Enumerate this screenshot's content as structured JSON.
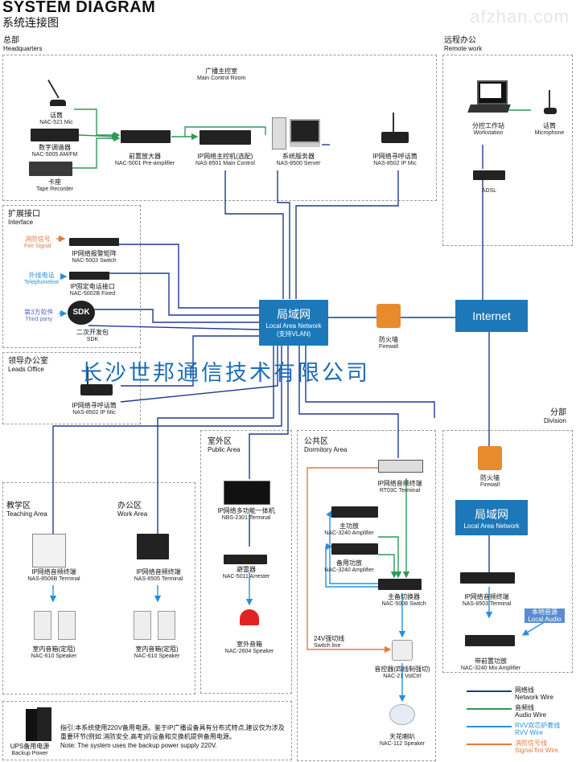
{
  "header": {
    "title": "SYSTEM DIAGRAM",
    "subtitle": "系统连接图",
    "watermark": "afzhan.com"
  },
  "company": "长沙世邦通信技术有限公司",
  "sections": {
    "hq": {
      "cn": "总部",
      "en": "Headquarters"
    },
    "remote": {
      "cn": "远程办公",
      "en": "Remote work"
    },
    "main_control": {
      "cn": "广播主控室",
      "en": "Main Control Room"
    },
    "interface": {
      "cn": "扩展接口",
      "en": "Interface"
    },
    "leads": {
      "cn": "领导办公室",
      "en": "Leads Office"
    },
    "division": {
      "cn": "分部",
      "en": "Division"
    },
    "outdoor": {
      "cn": "室外区",
      "en": "Public Area"
    },
    "dormitory": {
      "cn": "公共区",
      "en": "Dormitory Area"
    },
    "teaching": {
      "cn": "教学区",
      "en": "Teaching Area"
    },
    "work": {
      "cn": "办公区",
      "en": "Work Area"
    }
  },
  "devices": {
    "mic": {
      "cn": "话筒",
      "en": "NAC-521 Mic"
    },
    "tuner": {
      "cn": "数字调谐器",
      "en": "NAC-5005 AM/FM"
    },
    "tape": {
      "cn": "卡座",
      "en": "Tape Recorder"
    },
    "preamp": {
      "cn": "前置放大器",
      "en": "NAC-5001 Pre-amplifier"
    },
    "mainctrl": {
      "cn": "IP网络主控机(选配)",
      "en": "NAS-8501 Main Control"
    },
    "server": {
      "cn": "系统服务器",
      "en": "NAS-8500  Server"
    },
    "ipmic": {
      "cn": "IP网络寻呼话筒",
      "en": "NAS-8502 IP Mic"
    },
    "workstation": {
      "cn": "分控工作站",
      "en": "Workstation"
    },
    "rmic": {
      "cn": "话筒",
      "en": "Microphone"
    },
    "adsl": {
      "en": "ADSL"
    },
    "fire_signal": {
      "cn": "消防信号",
      "en": "Fire Signal"
    },
    "alarm": {
      "cn": "IP网络报警矩阵",
      "en": "NAC-5003 Switch"
    },
    "telephone": {
      "cn": "外线电话",
      "en": "Telephoneline"
    },
    "phone_if": {
      "cn": "IP固定电话接口",
      "en": "NAC-5002B Fixed"
    },
    "third": {
      "cn": "第3方软件",
      "en": "Third party"
    },
    "sdk": {
      "cn": "二次开发包",
      "en": "SDK",
      "icon": "SDK"
    },
    "leadmic": {
      "cn": "IP网络寻呼话筒",
      "en": "NAS-8502 IP Mic"
    },
    "lan": {
      "cn": "局域网",
      "en": "Local Area Network",
      "note": "(支持VLAN)"
    },
    "firewall": {
      "cn": "防火墙",
      "en": "Firewall"
    },
    "internet": {
      "en": "Internet"
    },
    "div_firewall": {
      "cn": "防火墙",
      "en": "Firewall"
    },
    "div_lan": {
      "cn": "局域网",
      "en": "Local Area Network"
    },
    "div_terminal": {
      "cn": "IP网络音频终端",
      "en": "NAS-8503 Terminal"
    },
    "local_audio": {
      "cn": "本地音源",
      "en": "Local Audio"
    },
    "div_amp": {
      "cn": "带前置功放",
      "en": "NAC-3240 Mix Amplifier"
    },
    "nbs": {
      "cn": "IP网络多功能一体机",
      "en": "NBS-2301 Terminal"
    },
    "arrester": {
      "cn": "避雷器",
      "en": "NAC-5011 Arrester"
    },
    "outspk": {
      "cn": "室外音箱",
      "en": "NAC-2604 Speaker"
    },
    "rt03c": {
      "cn": "IP网络音频终端",
      "en": "RT03C Terminal"
    },
    "mainamp": {
      "cn": "主功放",
      "en": "NAC-3240 Amplifier"
    },
    "backamp": {
      "cn": "备用功放",
      "en": "NAC-3240 Amplifier"
    },
    "switch": {
      "cn": "主备切换器",
      "en": "NAC-5008 Switch"
    },
    "line24": {
      "cn": "24V强切线",
      "en": "Switch line"
    },
    "volctrl": {
      "cn": "音控器(四线制强切)",
      "en": "NAC-21 VolCtrl"
    },
    "ceiling": {
      "cn": "天花喇叭",
      "en": "NAC-112 Speaker"
    },
    "t_terminal": {
      "cn": "IP网络音频终端",
      "en": "NAS-8506B Terminal"
    },
    "t_speaker": {
      "cn": "室内音箱(定阻)",
      "en": "NAC-610  Speaker"
    },
    "w_terminal": {
      "cn": "IP网络音频终端",
      "en": "NAS-8505 Terminal"
    },
    "w_speaker": {
      "cn": "室内音箱(定阻)",
      "en": "NAC-610  Speaker"
    },
    "ups": {
      "cn": "UPS备用电源",
      "en": "Backup Power"
    }
  },
  "note": {
    "cn": "指引:本系统使用220V备用电源。鉴于IP广播设备具有分布式特点,建议仅为涉及重要环节(例如:消防安全,高考)的设备和交换机提供备用电源。",
    "en": "Note:  The system uses the backup power supply 220V."
  },
  "legend": [
    {
      "cn": "网络线",
      "en": "Network Wire",
      "color": "#1f3a93"
    },
    {
      "cn": "音频线",
      "en": "Audio Wire",
      "color": "#2e9a55"
    },
    {
      "cn": "RVV双芯护套线",
      "en": "RVV Wire",
      "color": "#2a8fd8"
    },
    {
      "cn": "消防信号线",
      "en": "Signal fire Wire",
      "color": "#e8783c"
    }
  ]
}
